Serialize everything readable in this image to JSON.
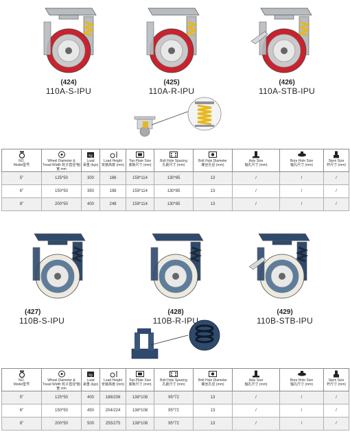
{
  "series_a": {
    "casters": [
      {
        "code": "(424)",
        "model": "110A-S-IPU",
        "type": "swivel"
      },
      {
        "code": "(425)",
        "model": "110A-R-IPU",
        "type": "rigid"
      },
      {
        "code": "(426)",
        "model": "110A-STB-IPU",
        "type": "brake"
      }
    ],
    "colors": {
      "wheel": "#c8232f",
      "hub": "#c9c9c9",
      "frame": "#b8bcc0",
      "spring": "#e6b820"
    },
    "headers": [
      {
        "line1": "NO.",
        "line2": "Model型号",
        "icon": "caster-icon"
      },
      {
        "line1": "Wheel Diameter &",
        "line2": "Tread Width 轮子直径*胎宽 mm",
        "icon": "wheel-icon"
      },
      {
        "line1": "Load",
        "line2": "承重 (kgs)",
        "icon": "load-icon"
      },
      {
        "line1": "Load Height",
        "line2": "安装高度 (mm)",
        "icon": "height-icon"
      },
      {
        "line1": "Top-Plate Size",
        "line2": "底板尺寸 (mm)",
        "icon": "plate-icon"
      },
      {
        "line1": "Bolt Hole Spacing",
        "line2": "孔距尺寸 (mm)",
        "icon": "spacing-icon"
      },
      {
        "line1": "Bolt Hole Diameter",
        "line2": "螺丝孔径 (mm)",
        "icon": "hole-icon"
      },
      {
        "line1": "Axle Size",
        "line2": "轴孔尺寸 (mm)",
        "icon": "axle-icon"
      },
      {
        "line1": "Bore Hole Size",
        "line2": "轴孔尺寸 (mm)",
        "icon": "bore-icon"
      },
      {
        "line1": "Stem Size",
        "line2": "杆尺寸 (mm)",
        "icon": "stem-icon"
      }
    ],
    "rows": [
      [
        "5\"",
        "125*50",
        "300",
        "186",
        "159*114",
        "130*85",
        "13",
        "/",
        "/",
        "/"
      ],
      [
        "6\"",
        "150*50",
        "350",
        "198",
        "159*114",
        "130*85",
        "13",
        "/",
        "/",
        "/"
      ],
      [
        "8\"",
        "200*50",
        "400",
        "248",
        "159*114",
        "130*85",
        "13",
        "/",
        "/",
        "/"
      ]
    ]
  },
  "series_b": {
    "casters": [
      {
        "code": "(427)",
        "model": "110B-S-IPU",
        "type": "swivel"
      },
      {
        "code": "(428)",
        "model": "110B-R-IPU",
        "type": "rigid"
      },
      {
        "code": "(429)",
        "model": "110B-STB-IPU",
        "type": "brake"
      }
    ],
    "colors": {
      "wheel": "#ece9e0",
      "hub": "#5e7d9c",
      "frame": "#2f4a6d",
      "spring": "#1c2a3c"
    },
    "headers": [
      {
        "line1": "NO.",
        "line2": "Model型号",
        "icon": "caster-icon"
      },
      {
        "line1": "Wheel Diameter &",
        "line2": "Tread Width 轮子直径*胎宽 mm",
        "icon": "wheel-icon"
      },
      {
        "line1": "Load",
        "line2": "承重 (kgs)",
        "icon": "load-icon"
      },
      {
        "line1": "Load Height",
        "line2": "安装高度 (mm)",
        "icon": "height-icon"
      },
      {
        "line1": "Top-Plate Size",
        "line2": "底板尺寸 (mm)",
        "icon": "plate-icon"
      },
      {
        "line1": "Bolt Hole Spacing",
        "line2": "孔距尺寸 (mm)",
        "icon": "spacing-icon"
      },
      {
        "line1": "Bolt Hole Diameter",
        "line2": "螺丝孔径 (mm)",
        "icon": "hole-icon"
      },
      {
        "line1": "Axle Size",
        "line2": "轴孔尺寸 (mm)",
        "icon": "axle-icon"
      },
      {
        "line1": "Bore Hole Size",
        "line2": "轴孔尺寸 (mm)",
        "icon": "bore-icon"
      },
      {
        "line1": "Stem Size",
        "line2": "杆尺寸 (mm)",
        "icon": "stem-icon"
      }
    ],
    "rows": [
      [
        "5\"",
        "125*50",
        "400",
        "188/208",
        "138*108",
        "95*72",
        "13",
        "/",
        "/",
        "/"
      ],
      [
        "6\"",
        "150*50",
        "450",
        "204/224",
        "138*108",
        "95*72",
        "13",
        "/",
        "/",
        "/"
      ],
      [
        "8\"",
        "200*50",
        "500",
        "255/275",
        "138*108",
        "95*72",
        "13",
        "/",
        "/",
        "/"
      ]
    ]
  }
}
